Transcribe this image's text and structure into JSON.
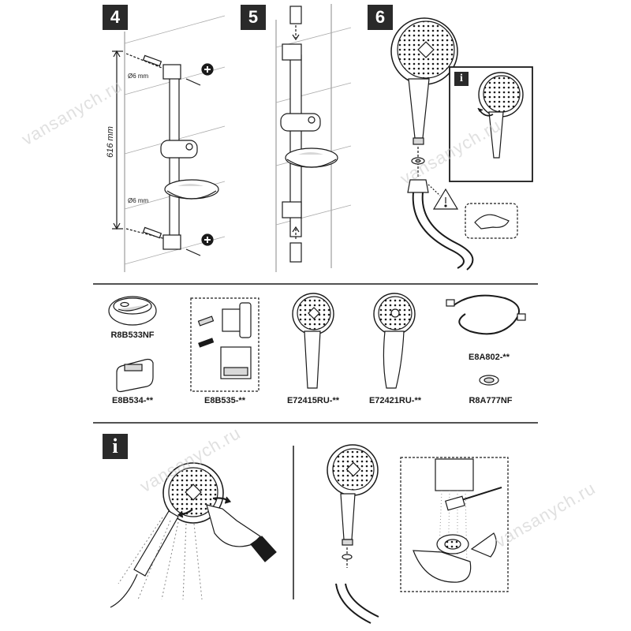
{
  "steps": [
    "4",
    "5",
    "6"
  ],
  "info_marks": [
    "i",
    "i"
  ],
  "dimensions": {
    "screw_diameter_top": "Ø6 mm",
    "screw_diameter_bottom": "Ø6 mm",
    "rail_length": "616 mm"
  },
  "parts": [
    "R8B533NF",
    "E8B534-**",
    "E8B535-**",
    "E72415RU-**",
    "E72421RU-**",
    "E8A802-**",
    "R8A777NF"
  ],
  "watermark": "vansanych.ru",
  "colors": {
    "line": "#1a1a1a",
    "badge": "#2a2a2a",
    "grey_fill": "#d8d8d8",
    "watermark": "#c8c8c8"
  }
}
